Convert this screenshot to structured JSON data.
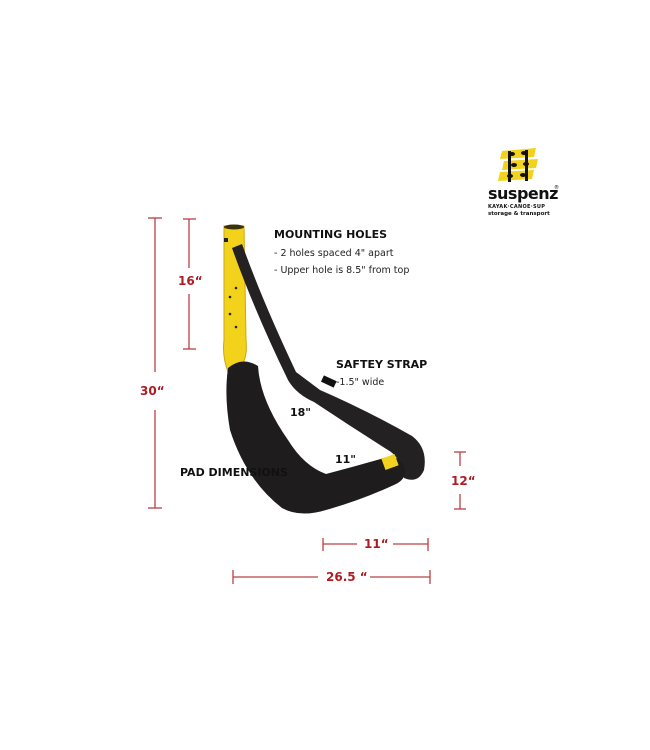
{
  "logo": {
    "brand": "suspenz",
    "registered": "®",
    "tagline": "KAYAK·CANOE·SUP",
    "subtitle": "storage & transport",
    "colors": {
      "yellow": "#f2d21b",
      "dark": "#111111"
    }
  },
  "annotations": {
    "mounting_holes": {
      "heading": "MOUNTING HOLES",
      "lines": [
        "- 2 holes spaced 4\" apart",
        "- Upper hole is 8.5\" from top"
      ]
    },
    "safety_strap": {
      "heading": "SAFTEY STRAP",
      "lines": [
        "-1.5\" wide"
      ]
    },
    "pad_dimensions": {
      "heading": "PAD DIMENSIONS",
      "long_side": "18\"",
      "short_side": "11\""
    }
  },
  "dimensions": {
    "total_height": "30“",
    "upper_arm_height": "16“",
    "end_height": "12“",
    "pad_depth": "11“",
    "total_depth": "26.5 “",
    "color": "#b01c24"
  },
  "product": {
    "arm_color": "#f2d21b",
    "pad_color": "#1e1c1c",
    "strap_color": "#222222"
  }
}
